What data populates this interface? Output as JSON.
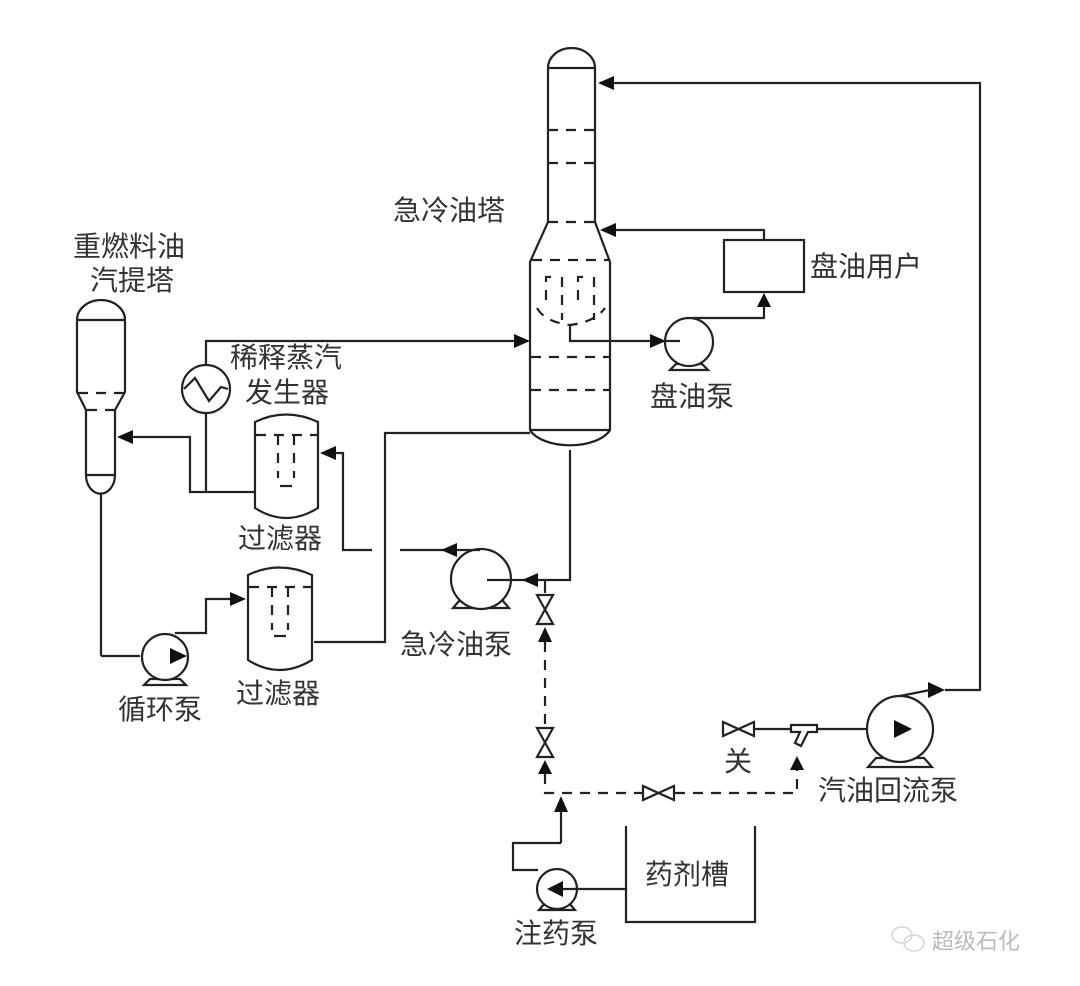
{
  "diagram": {
    "type": "process-flow",
    "labels": {
      "quench_tower": "急冷油塔",
      "fuel_oil_stripper_line1": "重燃料油",
      "fuel_oil_stripper_line2": "汽提塔",
      "steam_generator_line1": "稀释蒸汽",
      "steam_generator_line2": "发生器",
      "pan_oil_user": "盘油用户",
      "pan_oil_pump": "盘油泵",
      "filter_upper": "过滤器",
      "filter_lower": "过滤器",
      "circulation_pump": "循环泵",
      "quench_oil_pump": "急冷油泵",
      "closed_valve": "关",
      "gasoline_reflux_pump": "汽油回流泵",
      "chemical_tank": "药剂槽",
      "injection_pump": "注药泵"
    },
    "watermark": "超级石化",
    "flows": [
      {
        "from": "汽油回流泵",
        "to": "急冷油塔",
        "style": "solid"
      },
      {
        "from": "盘油用户",
        "to": "急冷油塔",
        "style": "solid"
      },
      {
        "from": "急冷油塔",
        "to": "盘油泵",
        "style": "solid"
      },
      {
        "from": "盘油泵",
        "to": "盘油用户",
        "style": "solid"
      },
      {
        "from": "稀释蒸汽发生器",
        "to": "急冷油塔",
        "style": "solid"
      },
      {
        "from": "过滤器",
        "to": "重燃料油汽提塔",
        "style": "solid"
      },
      {
        "from": "急冷油泵",
        "to": "过滤器",
        "style": "solid"
      },
      {
        "from": "急冷油塔",
        "to": "急冷油泵",
        "style": "solid"
      },
      {
        "from": "重燃料油汽提塔",
        "to": "循环泵",
        "style": "solid"
      },
      {
        "from": "循环泵",
        "to": "过滤器",
        "style": "solid"
      },
      {
        "from": "过滤器",
        "to": "急冷油塔",
        "style": "solid"
      },
      {
        "from": "药剂槽",
        "to": "注药泵",
        "style": "solid"
      },
      {
        "from": "注药泵",
        "to": "急冷油泵",
        "style": "dashed"
      },
      {
        "from": "注药泵",
        "to": "汽油回流泵",
        "style": "dashed"
      }
    ]
  }
}
